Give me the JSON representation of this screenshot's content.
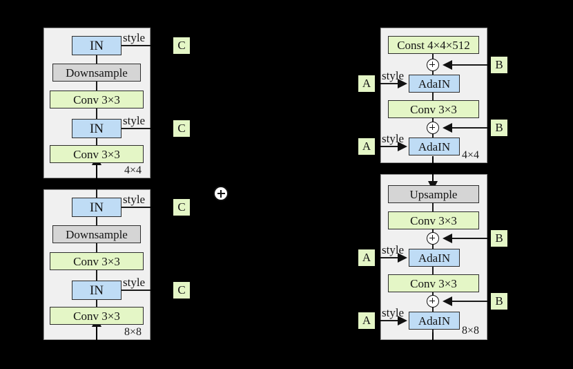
{
  "figure": {
    "background_color": "#000000",
    "panel_color": "#f0f0f0",
    "green_color": "#e4f6c6",
    "blue_color": "#bfdcf5",
    "gray_color": "#d5d5d5"
  },
  "combiner": {
    "symbol": "circled-plus"
  },
  "encoder": {
    "blocks": [
      {
        "resolution": "4×4",
        "nodes": [
          {
            "label": "IN",
            "color": "blue"
          },
          {
            "label": "Downsample",
            "color": "gray"
          },
          {
            "label": "Conv 3×3",
            "color": "green"
          },
          {
            "label": "IN",
            "color": "blue"
          },
          {
            "label": "Conv 3×3",
            "color": "green"
          }
        ],
        "style_labels": [
          "style",
          "style"
        ],
        "tokens": [
          "C",
          "C"
        ]
      },
      {
        "resolution": "8×8",
        "nodes": [
          {
            "label": "IN",
            "color": "blue"
          },
          {
            "label": "Downsample",
            "color": "gray"
          },
          {
            "label": "Conv 3×3",
            "color": "green"
          },
          {
            "label": "IN",
            "color": "blue"
          },
          {
            "label": "Conv 3×3",
            "color": "green"
          }
        ],
        "style_labels": [
          "style",
          "style"
        ],
        "tokens": [
          "C",
          "C"
        ]
      }
    ]
  },
  "generator": {
    "blocks": [
      {
        "resolution": "4×4",
        "nodes": [
          {
            "label": "Const 4×4×512",
            "color": "green"
          },
          {
            "label": "AdaIN",
            "color": "blue"
          },
          {
            "label": "Conv 3×3",
            "color": "green"
          },
          {
            "label": "AdaIN",
            "color": "blue"
          }
        ],
        "style_labels": [
          "style",
          "style"
        ],
        "tokens_a": [
          "A",
          "A"
        ],
        "tokens_b": [
          "B",
          "B"
        ]
      },
      {
        "resolution": "8×8",
        "nodes": [
          {
            "label": "Upsample",
            "color": "gray"
          },
          {
            "label": "Conv 3×3",
            "color": "green"
          },
          {
            "label": "AdaIN",
            "color": "blue"
          },
          {
            "label": "Conv 3×3",
            "color": "green"
          },
          {
            "label": "AdaIN",
            "color": "blue"
          }
        ],
        "style_labels": [
          "style",
          "style"
        ],
        "tokens_a": [
          "A",
          "A"
        ],
        "tokens_b": [
          "B",
          "B"
        ]
      }
    ]
  }
}
